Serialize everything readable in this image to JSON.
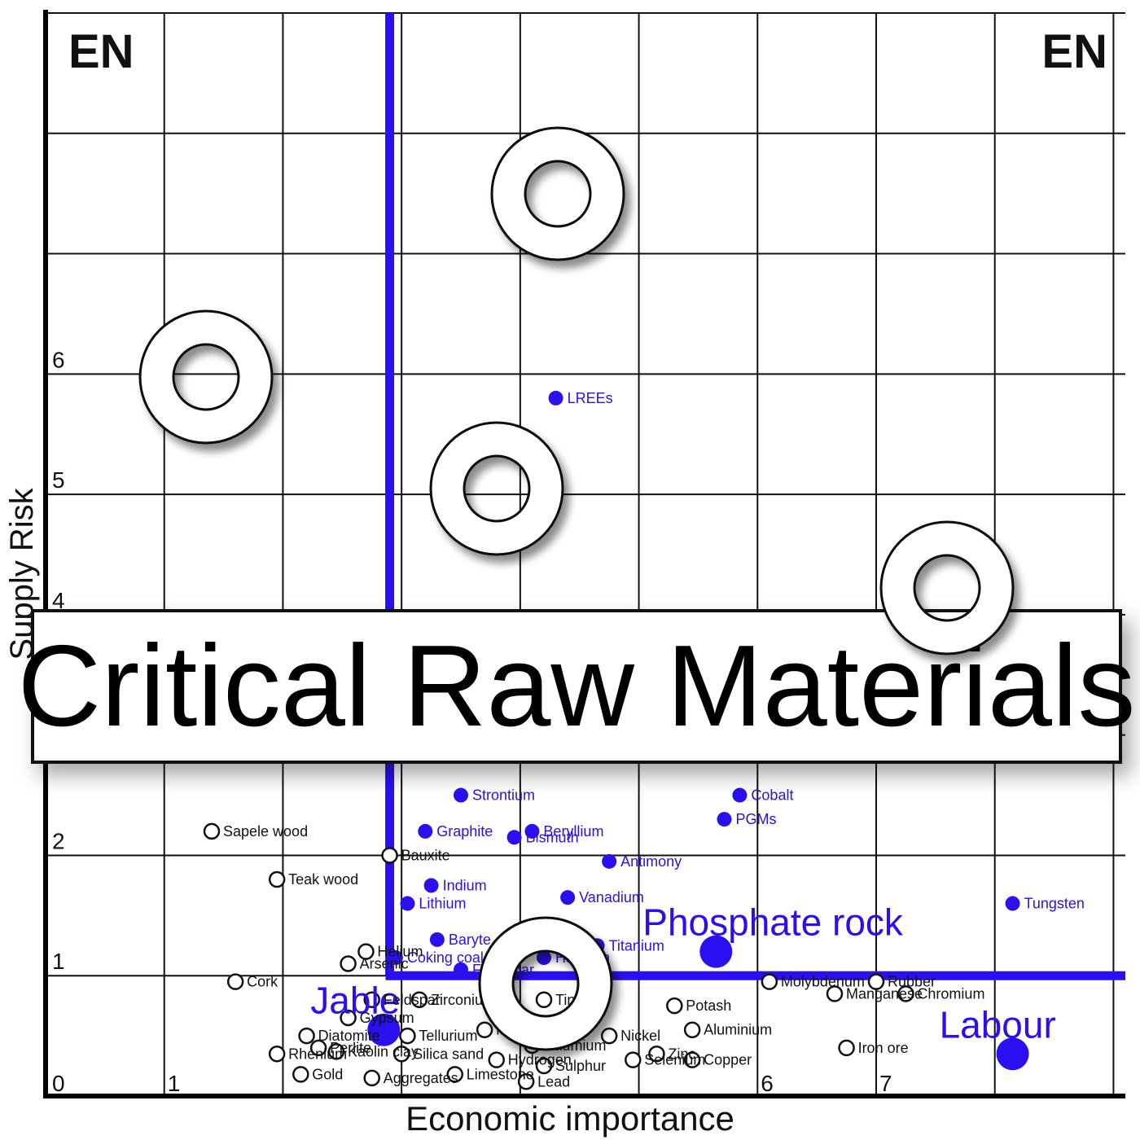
{
  "corner_labels": {
    "top_left": "EN",
    "top_right": "EN"
  },
  "banner_title": "Critical Raw Materials",
  "icons": {
    "ring": "donut-ring-icon"
  },
  "colors": {
    "critical": "#2a10f0",
    "non_critical": "#111111",
    "grid": "#111111"
  },
  "chart_data": {
    "type": "scatter",
    "xlabel": "Economic importance",
    "ylabel": "Supply Risk",
    "xlim": [
      0,
      9.1
    ],
    "ylim": [
      0,
      9
    ],
    "x_ticks": [
      {
        "v": 0,
        "label": "0"
      },
      {
        "v": 1,
        "label": "1"
      },
      {
        "v": 2,
        "label": ""
      },
      {
        "v": 3,
        "label": ""
      },
      {
        "v": 4,
        "label": ""
      },
      {
        "v": 5,
        "label": ""
      },
      {
        "v": 6,
        "label": "6"
      },
      {
        "v": 7,
        "label": "7"
      },
      {
        "v": 8,
        "label": ""
      },
      {
        "v": 9,
        "label": ""
      }
    ],
    "y_ticks": [
      {
        "v": 1,
        "label": "1"
      },
      {
        "v": 2,
        "label": "2"
      },
      {
        "v": 3,
        "label": ""
      },
      {
        "v": 4,
        "label": "4"
      },
      {
        "v": 5,
        "label": "5"
      },
      {
        "v": 6,
        "label": "6"
      },
      {
        "v": 7,
        "label": ""
      },
      {
        "v": 8,
        "label": ""
      },
      {
        "v": 9,
        "label": ""
      }
    ],
    "thresholds": {
      "x": 2.9,
      "y": 1.0
    },
    "grid": true,
    "series": [
      {
        "name": "Critical",
        "points": [
          {
            "label": "LREEs",
            "x": 4.3,
            "y": 5.8
          },
          {
            "label": "Strontium",
            "x": 3.5,
            "y": 2.5
          },
          {
            "label": "Cobalt",
            "x": 5.85,
            "y": 2.5
          },
          {
            "label": "PGMs",
            "x": 5.72,
            "y": 2.3
          },
          {
            "label": "Graphite",
            "x": 3.2,
            "y": 2.2
          },
          {
            "label": "Beryllium",
            "x": 4.1,
            "y": 2.2
          },
          {
            "label": "Bismuth",
            "x": 3.95,
            "y": 2.15
          },
          {
            "label": "Antimony",
            "x": 4.75,
            "y": 1.95
          },
          {
            "label": "Indium",
            "x": 3.25,
            "y": 1.75
          },
          {
            "label": "Lithium",
            "x": 3.05,
            "y": 1.6
          },
          {
            "label": "Vanadium",
            "x": 4.4,
            "y": 1.65
          },
          {
            "label": "Tungsten",
            "x": 8.15,
            "y": 1.6
          },
          {
            "label": "Baryte",
            "x": 3.3,
            "y": 1.3
          },
          {
            "label": "Titanium",
            "x": 4.65,
            "y": 1.25
          },
          {
            "label": "Phosphate rock",
            "x": 5.65,
            "y": 1.2,
            "size": "large"
          },
          {
            "label": "Coking coal",
            "x": 2.95,
            "y": 1.15
          },
          {
            "label": "Hafnium",
            "x": 4.2,
            "y": 1.15
          },
          {
            "label": "Fluorspar",
            "x": 3.5,
            "y": 1.05
          },
          {
            "label": "Labour",
            "x": 8.15,
            "y": 0.35,
            "size": "large"
          },
          {
            "label": "Jable",
            "x": 2.85,
            "y": 0.55,
            "size": "large"
          }
        ]
      },
      {
        "name": "Non-critical",
        "points": [
          {
            "label": "Sapele wood",
            "x": 1.4,
            "y": 2.2
          },
          {
            "label": "Bauxite",
            "x": 2.9,
            "y": 2.0
          },
          {
            "label": "Teak wood",
            "x": 1.95,
            "y": 1.8
          },
          {
            "label": "Helium",
            "x": 2.7,
            "y": 1.2
          },
          {
            "label": "Arsenic",
            "x": 2.55,
            "y": 1.1
          },
          {
            "label": "Cork",
            "x": 1.6,
            "y": 0.95
          },
          {
            "label": "Rubber",
            "x": 7.0,
            "y": 0.95
          },
          {
            "label": "Potash",
            "x": 5.3,
            "y": 0.75
          },
          {
            "label": "Molybdenum",
            "x": 6.1,
            "y": 0.95
          },
          {
            "label": "Manganese",
            "x": 6.65,
            "y": 0.85
          },
          {
            "label": "Chromium",
            "x": 7.25,
            "y": 0.85
          },
          {
            "label": "Zirconium",
            "x": 3.15,
            "y": 0.8
          },
          {
            "label": "Tin",
            "x": 4.2,
            "y": 0.8
          },
          {
            "label": "Feldspar",
            "x": 2.75,
            "y": 0.8
          },
          {
            "label": "Gypsum",
            "x": 2.55,
            "y": 0.65
          },
          {
            "label": "Diatomite",
            "x": 2.2,
            "y": 0.5
          },
          {
            "label": "Rhenium",
            "x": 1.95,
            "y": 0.35
          },
          {
            "label": "Perlite",
            "x": 2.3,
            "y": 0.4
          },
          {
            "label": "Kaolin clay",
            "x": 2.45,
            "y": 0.37
          },
          {
            "label": "Magnesite",
            "x": 3.7,
            "y": 0.55
          },
          {
            "label": "Tellurium",
            "x": 3.05,
            "y": 0.5
          },
          {
            "label": "Silica sand",
            "x": 3.0,
            "y": 0.35
          },
          {
            "label": "Nickel",
            "x": 4.75,
            "y": 0.5
          },
          {
            "label": "Aluminium",
            "x": 5.45,
            "y": 0.55
          },
          {
            "label": "Cadmium",
            "x": 4.1,
            "y": 0.42
          },
          {
            "label": "Zinc",
            "x": 5.15,
            "y": 0.35
          },
          {
            "label": "Iron ore",
            "x": 6.75,
            "y": 0.4
          },
          {
            "label": "Hydrogen",
            "x": 3.8,
            "y": 0.3
          },
          {
            "label": "Copper",
            "x": 5.45,
            "y": 0.3
          },
          {
            "label": "Gold",
            "x": 2.15,
            "y": 0.18
          },
          {
            "label": "Aggregates",
            "x": 2.75,
            "y": 0.15
          },
          {
            "label": "Sulphur",
            "x": 4.2,
            "y": 0.25
          },
          {
            "label": "Selenium",
            "x": 4.95,
            "y": 0.3
          },
          {
            "label": "Limestone",
            "x": 3.45,
            "y": 0.18
          },
          {
            "label": "Lead",
            "x": 4.05,
            "y": 0.12
          }
        ]
      }
    ]
  }
}
